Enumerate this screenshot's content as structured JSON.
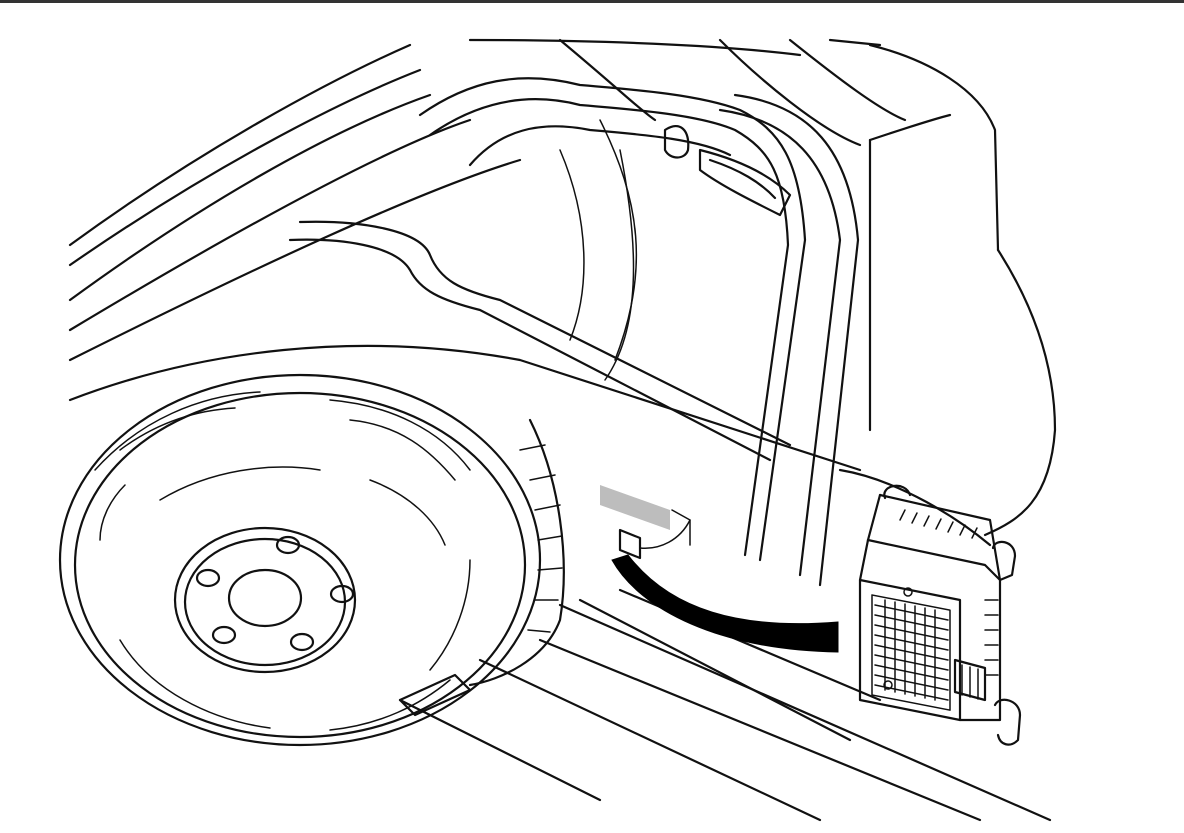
{
  "figure": {
    "description_visible_text": "",
    "colors": {
      "line": "#111111",
      "background": "#ffffff",
      "highlight": "#bdbdbd",
      "arrow": "#000000",
      "top_rule": "#333333"
    },
    "parts": [
      "trunk-outline",
      "rear-panel",
      "spare-wheel",
      "wheel-hub",
      "lug-holes",
      "wall-connector",
      "callout-arrow",
      "control-module"
    ]
  }
}
